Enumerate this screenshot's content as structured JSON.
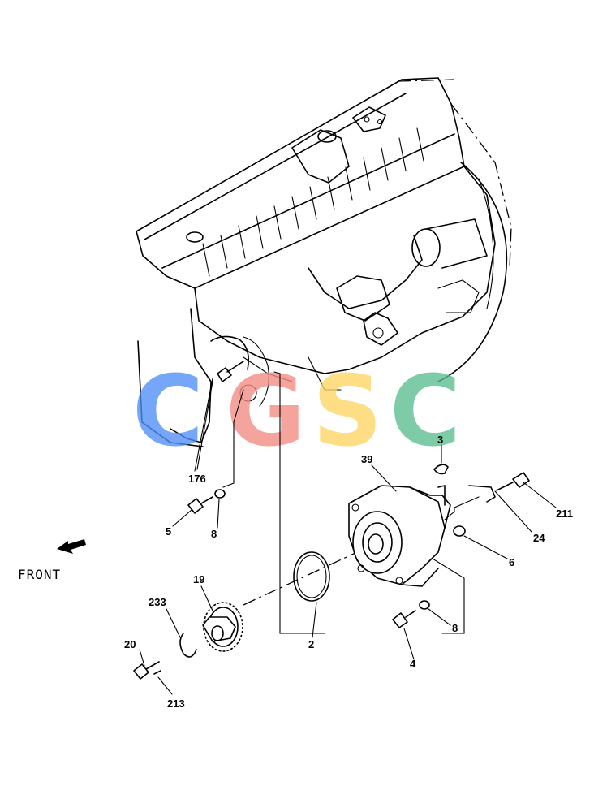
{
  "watermark": {
    "letters": [
      "C",
      "G",
      "S",
      "C"
    ],
    "colors": [
      "#4f8ef5",
      "#f28b82",
      "#fdd663",
      "#5bbd8f"
    ]
  },
  "direction": {
    "label": "FRONT",
    "icon": "arrow-front-icon"
  },
  "callouts": {
    "c3": "3",
    "c39": "39",
    "c176": "176",
    "c211": "211",
    "c24": "24",
    "c5": "5",
    "c8a": "8",
    "c6": "6",
    "c19": "19",
    "c233": "233",
    "c2": "2",
    "c8b": "8",
    "c20": "20",
    "c4": "4",
    "c213": "213"
  }
}
